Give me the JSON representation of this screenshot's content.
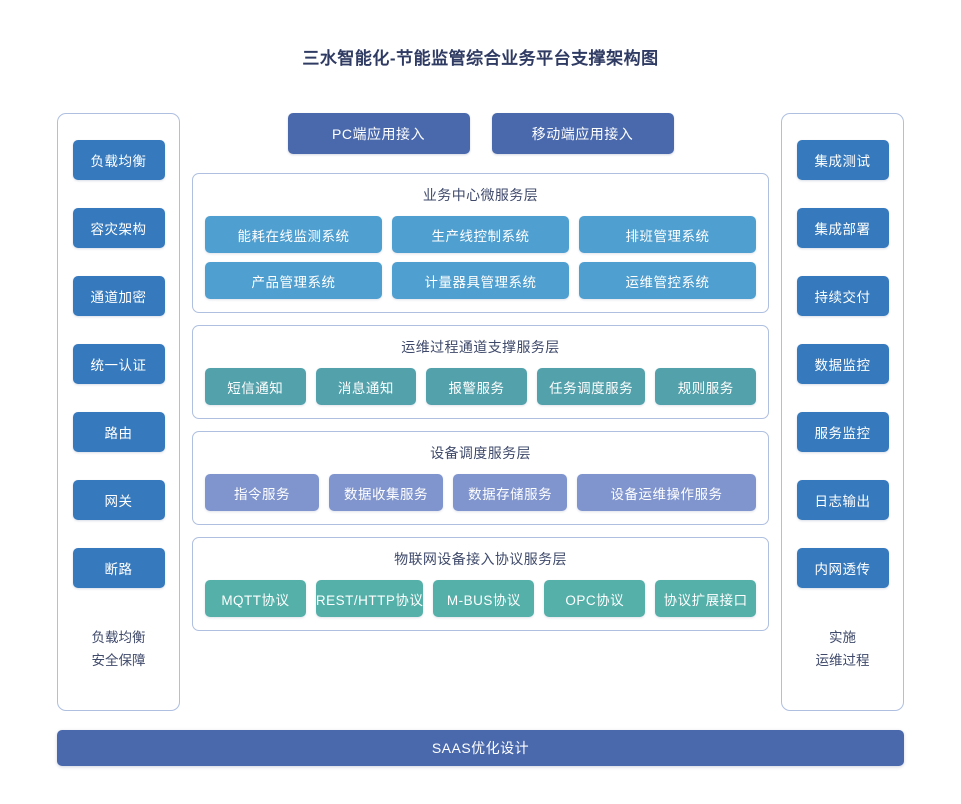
{
  "title": "三水智能化-节能监管综合业务平台支撑架构图",
  "left_panel": {
    "items": [
      {
        "label": "负载均衡"
      },
      {
        "label": "容灾架构"
      },
      {
        "label": "通道加密"
      },
      {
        "label": "统一认证"
      },
      {
        "label": "路由"
      },
      {
        "label": "网关"
      },
      {
        "label": "断路"
      }
    ],
    "footer_line1": "负载均衡",
    "footer_line2": "安全保障"
  },
  "right_panel": {
    "items": [
      {
        "label": "集成测试"
      },
      {
        "label": "集成部署"
      },
      {
        "label": "持续交付"
      },
      {
        "label": "数据监控"
      },
      {
        "label": "服务监控"
      },
      {
        "label": "日志输出"
      },
      {
        "label": "内网透传"
      }
    ],
    "footer_line1": "实施",
    "footer_line2": "运维过程"
  },
  "access": {
    "items": [
      {
        "label": "PC端应用接入"
      },
      {
        "label": "移动端应用接入"
      }
    ]
  },
  "layers": [
    {
      "title": "业务中心微服务层",
      "rows": [
        [
          {
            "label": "能耗在线监测系统"
          },
          {
            "label": "生产线控制系统"
          },
          {
            "label": "排班管理系统"
          }
        ],
        [
          {
            "label": "产品管理系统"
          },
          {
            "label": "计量器具管理系统"
          },
          {
            "label": "运维管控系统"
          }
        ]
      ]
    },
    {
      "title": "运维过程通道支撑服务层",
      "rows": [
        [
          {
            "label": "短信通知"
          },
          {
            "label": "消息通知"
          },
          {
            "label": "报警服务"
          },
          {
            "label": "任务调度服务"
          },
          {
            "label": "规则服务"
          }
        ]
      ]
    },
    {
      "title": "设备调度服务层",
      "rows": [
        [
          {
            "label": "指令服务"
          },
          {
            "label": "数据收集服务"
          },
          {
            "label": "数据存储服务"
          },
          {
            "label": "设备运维操作服务"
          }
        ]
      ]
    },
    {
      "title": "物联网设备接入协议服务层",
      "rows": [
        [
          {
            "label": "MQTT协议"
          },
          {
            "label": "REST/HTTP协议"
          },
          {
            "label": "M-BUS协议"
          },
          {
            "label": "OPC协议"
          },
          {
            "label": "协议扩展接口"
          }
        ]
      ]
    }
  ],
  "bottom_bar": {
    "label": "SAAS优化设计"
  },
  "colors": {
    "title_text": "#2f3b63",
    "panel_border": "#aebfe0",
    "sidebar_button": "#3679bc",
    "access_button": "#4a69ad",
    "business_node": "#4f9fd0",
    "support_node": "#52a1ab",
    "scheduler_node": "#8095ce",
    "protocol_node": "#54b0a8",
    "bottom_bar": "#4a69ad",
    "layer_title_text": "#3f4a6b"
  }
}
